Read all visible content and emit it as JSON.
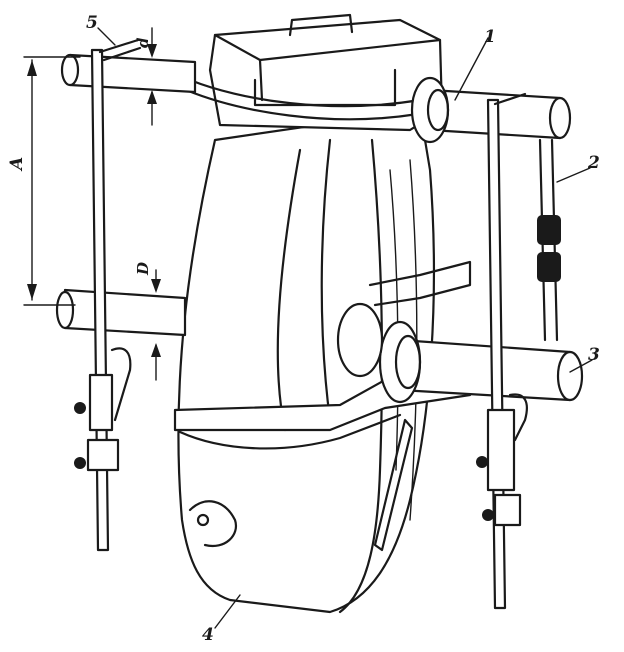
{
  "figure": {
    "labels": {
      "part1": "1",
      "part2": "2",
      "part3": "3",
      "part4": "4",
      "part5": "5",
      "dim_A": "A",
      "dim_d": "d",
      "dim_D": "D"
    },
    "icons": {
      "shaft": "cylinder-shaft-icon",
      "caliper": "vernier-caliper-icon",
      "housing": "gearbox-housing-icon"
    }
  }
}
